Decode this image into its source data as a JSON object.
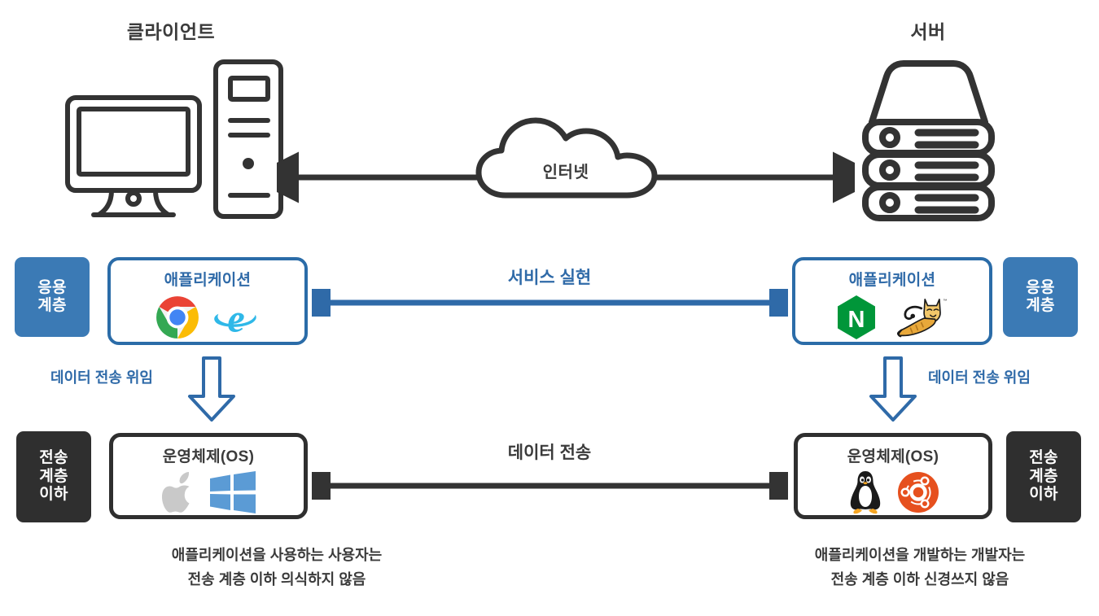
{
  "diagram": {
    "title_client": "클라이언트",
    "title_server": "서버",
    "cloud_label": "인터넷"
  },
  "left_column": {
    "app_badge": "응용\n계층",
    "app_box_title": "애플리케이션",
    "app_icons": [
      "chrome-icon",
      "internet-explorer-icon"
    ],
    "delegate_label": "데이터 전송 위임",
    "os_badge": "전송\n계층\n이하",
    "os_box_title": "운영체제(OS)",
    "os_icons": [
      "apple-icon",
      "windows-icon"
    ],
    "caption": "애플리케이션을 사용하는 사용자는\n전송 계층 이하 의식하지 않음"
  },
  "right_column": {
    "app_badge": "응용\n계층",
    "app_box_title": "애플리케이션",
    "app_icons": [
      "nginx-icon",
      "tomcat-icon"
    ],
    "delegate_label": "데이터 전송 위임",
    "os_badge": "전송\n계층\n이하",
    "os_box_title": "운영체제(OS)",
    "os_icons": [
      "linux-penguin-icon",
      "ubuntu-icon"
    ],
    "caption": "애플리케이션을 개발하는 개발자는\n전송 계층 이하 신경쓰지 않음"
  },
  "connectors": {
    "service_label": "서비스 실현",
    "data_transfer_label": "데이터 전송"
  },
  "colors": {
    "accent_blue": "#3b7ab5",
    "box_blue_border": "#2b6ca8",
    "dark": "#2f2f2f",
    "text_dark": "#3b3b3b",
    "background": "#ffffff"
  }
}
